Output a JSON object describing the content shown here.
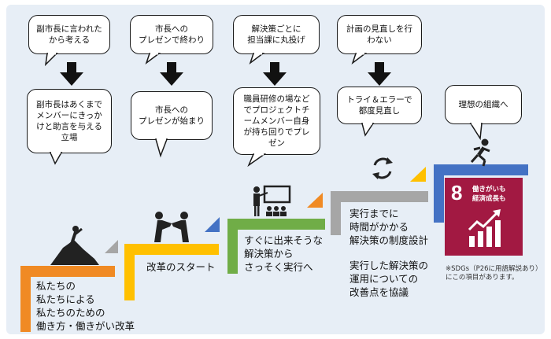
{
  "bubbles_top": [
    {
      "text": "副市長に言われた\nから考える"
    },
    {
      "text": "市長への\nプレゼンで終わり"
    },
    {
      "text": "解決策ごとに\n担当課に丸投げ"
    },
    {
      "text": "計画の見直しを行\nわない"
    }
  ],
  "bubbles_bottom": [
    {
      "text": "副市長はあくまで\nメンバーにきっか\nけと助言を与える\n立場"
    },
    {
      "text": "市長への\nプレゼンが始まり"
    },
    {
      "text": "職員研修の場など\nでプロジェクトチ\nームメンバー自身\nが持ち回りでプレ\nゼン"
    },
    {
      "text": "トライ＆エラーで\n都度見直し"
    },
    {
      "text": "理想の組織へ"
    }
  ],
  "steps": [
    {
      "text": "私たちの\n私たちによる\n私たちのための\n働き方・働きがい改革"
    },
    {
      "text": "改革のスタート"
    },
    {
      "text": "すぐに出来そうな\n解決策から\nさっそく実行へ"
    },
    {
      "text": "実行までに\n時間がかかる\n解決策の制度設計"
    },
    {
      "text": "実行した解決策の\n運用についての\n改善点を協議"
    }
  ],
  "sdg": {
    "number": "8",
    "line1": "働きがいも",
    "line2": "経済成長も",
    "color": "#a21942"
  },
  "note": "※SDGs（P26に用語解説あり）\nにこの項目があります。",
  "colors": {
    "orange": "#f08a24",
    "yellow": "#ffc000",
    "green": "#70ad47",
    "gray": "#a6a6a6",
    "blue": "#4472c4"
  }
}
